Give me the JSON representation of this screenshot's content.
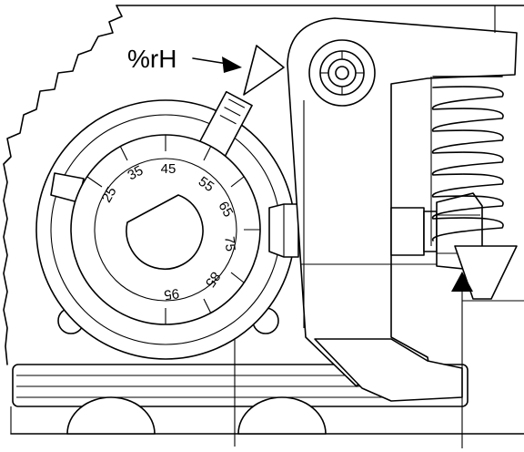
{
  "labels": {
    "humidity_pointer": "%rH"
  },
  "dial": {
    "scale": [
      "25",
      "35",
      "45",
      "55",
      "65",
      "75",
      "85",
      "95"
    ]
  },
  "colors": {
    "line": "#000000",
    "background": "#ffffff"
  }
}
